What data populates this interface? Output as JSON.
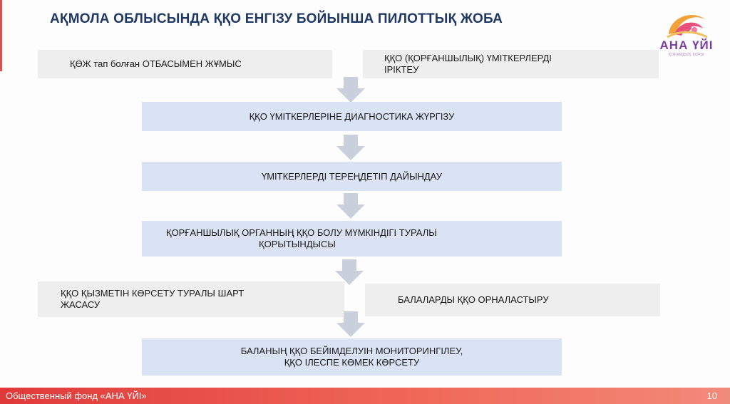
{
  "title": "АҚМОЛА ОБЛЫСЫНДА ҚҚО ЕНГІЗУ БОЙЫНША ПИЛОТТЫҚ ЖОБА",
  "logo": {
    "name": "АНА ҮЙІ",
    "subtitle": "ҚОҒАМДЫҚ ҚОРЫ"
  },
  "flow": {
    "box_work_family": "ҚӨЖ тап болған ОТБАСЫМЕН ЖҰМЫС",
    "box_select_candidates_line1": "ҚҚО (ҚОРҒАНШЫЛЫҚ) ҮМІТКЕРЛЕРДІ",
    "box_select_candidates_line2": "ІРІКТЕУ",
    "box_diagnostics": "ҚҚО ҮМІТКЕРЛЕРІНЕ ДИАГНОСТИКА ЖҮРГІЗУ",
    "box_training": "ҮМІТКЕРЛЕРДІ ТЕРЕҢДЕТІП ДАЙЫНДАУ",
    "box_conclusion_line1": "ҚОРҒАНШЫЛЫҚ ОРГАННЫҢ ҚҚО  БОЛУ МҮМКІНДІГІ ТУРАЛЫ",
    "box_conclusion_line2": "ҚОРЫТЫНДЫСЫ",
    "box_contract_line1": "ҚҚО ҚЫЗМЕТІН КӨРСЕТУ ТУРАЛЫ ШАРТ",
    "box_contract_line2": "ЖАСАСУ",
    "box_placement": "БАЛАЛАРДЫ ҚҚО ОРНАЛАСТЫРУ",
    "box_monitoring_line1": "БАЛАНЫҢ ҚҚО БЕЙІМДЕЛУІН МОНИТОРИНГІЛЕУ,",
    "box_monitoring_line2": "ҚҚО ІЛЕСПЕ КӨМЕК КӨРСЕТУ"
  },
  "footer": {
    "org": "Общественный фонд «АНА ҮЙІ»",
    "page": "10"
  },
  "colors": {
    "title": "#1f3864",
    "blue_box": "#dae3f3",
    "gray_box": "#eeeeee",
    "arrow": "#c9d0db",
    "footer": "#e03a3a"
  }
}
